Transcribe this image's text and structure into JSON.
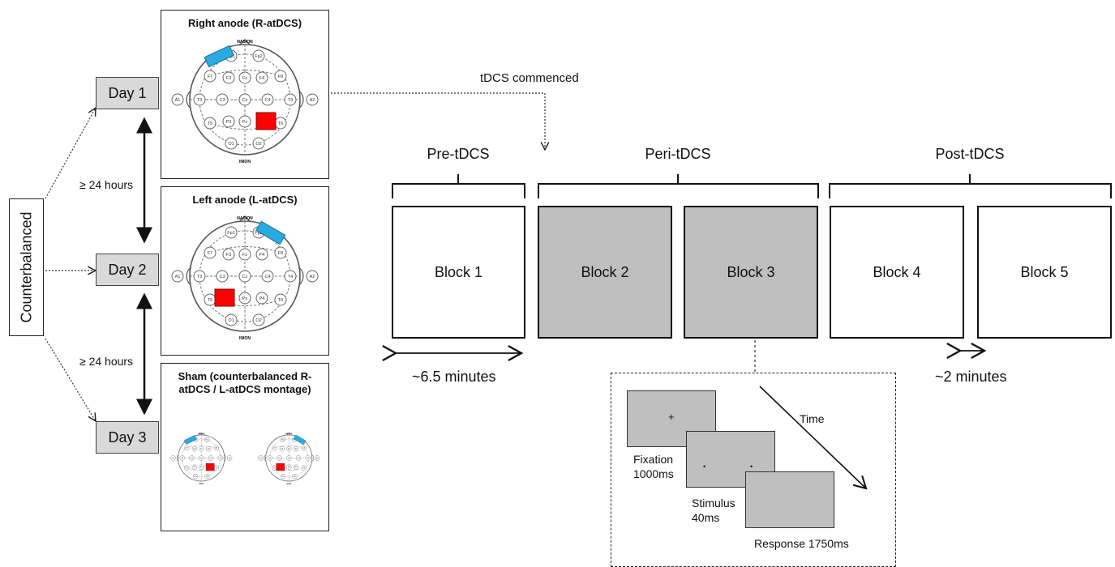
{
  "counterbalanced_label": "Counterbalanced",
  "days": [
    "Day 1",
    "Day 2",
    "Day 3"
  ],
  "interval_labels": [
    "≥ 24 hours",
    "≥ 24 hours"
  ],
  "panels": {
    "right": "Right anode (R-atDCS)",
    "left": "Left anode (L-atDCS)",
    "sham": "Sham (counterbalanced R-atDCS / L-atDCS montage)"
  },
  "eeg_labels": {
    "nasion": "NASION",
    "inion": "INION",
    "electrodes": [
      "Fp1",
      "Fp2",
      "F7",
      "F3",
      "Fz",
      "F4",
      "F8",
      "T3",
      "C3",
      "Cz",
      "C4",
      "T4",
      "T5",
      "P3",
      "Pz",
      "P4",
      "T6",
      "O1",
      "O2",
      "A1",
      "A2"
    ]
  },
  "colors": {
    "anode": "#29abe2",
    "cathode": "#ff0000",
    "block_grey": "#bfbfbf",
    "day_grey": "#d9d9d9"
  },
  "tdcs_commenced": "tDCS commenced",
  "phases": [
    "Pre-tDCS",
    "Peri-tDCS",
    "Post-tDCS"
  ],
  "blocks": [
    "Block 1",
    "Block 2",
    "Block 3",
    "Block 4",
    "Block 5"
  ],
  "durations": {
    "block": "~6.5 minutes",
    "break": "~2 minutes"
  },
  "trial": {
    "time_label": "Time",
    "fixation_symbol": "+",
    "stimulus_dots": "•   •",
    "fixation": [
      "Fixation",
      "1000ms"
    ],
    "stimulus": [
      "Stimulus",
      "40ms"
    ],
    "response": "Response 1750ms"
  }
}
